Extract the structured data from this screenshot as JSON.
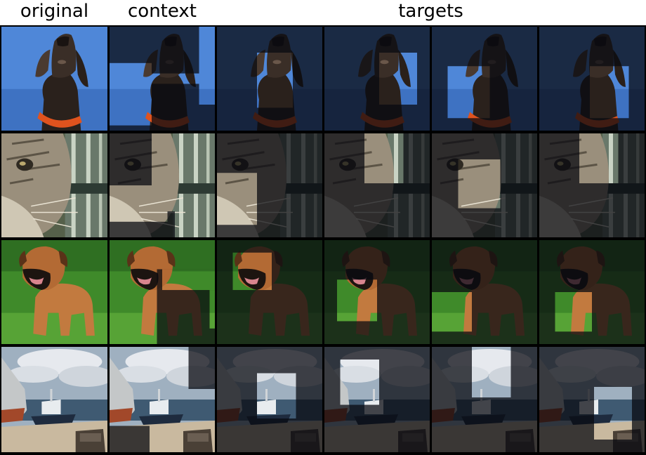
{
  "headers": {
    "original": "original",
    "context": "context",
    "targets": "targets"
  },
  "rows": [
    {
      "subject": "dog-sky",
      "context_mask": [
        [
          0.4,
          0.45,
          1.0,
          0.55
        ],
        [
          0.0,
          0.35,
          0.4,
          0.95
        ],
        [
          0.85,
          0.0,
          1.0,
          0.75
        ]
      ],
      "target_boxes": [
        [
          0.38,
          0.25,
          0.72,
          0.78
        ],
        [
          0.52,
          0.25,
          0.88,
          0.75
        ],
        [
          0.15,
          0.38,
          0.55,
          0.88
        ],
        [
          0.48,
          0.38,
          0.85,
          0.88
        ]
      ]
    },
    {
      "subject": "cat-closeup",
      "context_mask": [
        [
          0.4,
          0.0,
          1.0,
          0.5
        ],
        [
          0.25,
          0.5,
          1.0,
          0.75
        ],
        [
          0.0,
          0.5,
          0.55,
          0.85
        ],
        [
          0.62,
          0.75,
          1.0,
          1.0
        ]
      ],
      "target_boxes": [
        [
          0.0,
          0.38,
          0.38,
          0.88
        ],
        [
          0.38,
          0.0,
          0.75,
          0.48
        ],
        [
          0.25,
          0.25,
          0.65,
          0.72
        ],
        [
          0.38,
          0.0,
          0.75,
          0.48
        ]
      ]
    },
    {
      "subject": "bullmastiff-grass",
      "context_mask": [
        [
          0.0,
          0.0,
          0.45,
          1.0
        ],
        [
          0.45,
          0.0,
          1.0,
          0.28
        ],
        [
          0.5,
          0.28,
          1.0,
          0.48
        ],
        [
          0.95,
          0.48,
          1.0,
          0.85
        ]
      ],
      "target_boxes": [
        [
          0.15,
          0.12,
          0.52,
          0.48
        ],
        [
          0.12,
          0.38,
          0.5,
          0.78
        ],
        [
          0.0,
          0.5,
          0.38,
          0.88
        ],
        [
          0.15,
          0.5,
          0.5,
          0.88
        ]
      ]
    },
    {
      "subject": "ship-harbor",
      "context_mask": [
        [
          0.0,
          0.0,
          0.38,
          0.62
        ],
        [
          0.38,
          0.0,
          0.75,
          1.0
        ],
        [
          0.75,
          0.4,
          1.0,
          1.0
        ],
        [
          0.0,
          0.62,
          0.38,
          0.75
        ],
        [
          0.62,
          0.78,
          1.0,
          1.0
        ]
      ],
      "target_boxes": [
        [
          0.38,
          0.25,
          0.75,
          0.68
        ],
        [
          0.15,
          0.12,
          0.52,
          0.55
        ],
        [
          0.38,
          0.0,
          0.75,
          0.48
        ],
        [
          0.52,
          0.38,
          0.88,
          0.88
        ]
      ]
    }
  ],
  "colors": {
    "background": "#ffffff",
    "grid_gap": "#000000",
    "dim_overlay": "rgba(8,10,16,0.74)"
  }
}
